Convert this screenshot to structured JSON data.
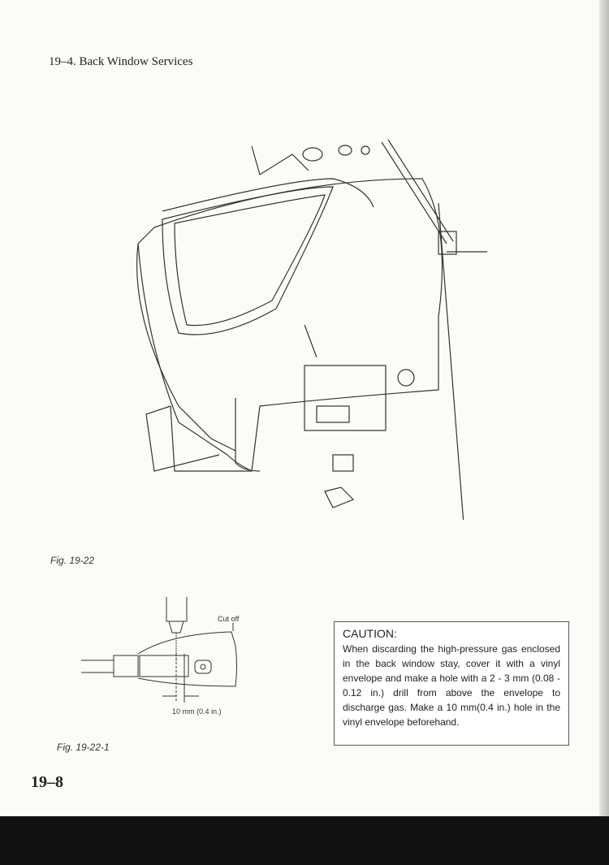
{
  "heading": "19–4. Back Window Services",
  "figures": {
    "fig1_caption": "Fig. 19-22",
    "fig2_caption": "Fig. 19-22-1",
    "fig2_labels": {
      "cut_off": "Cut off",
      "dimension": "10 mm (0.4 in.)"
    }
  },
  "caution": {
    "title": "CAUTION:",
    "body": "When discarding the high-pressure gas enclosed in the back window stay, cover it with a vinyl envelope and make a hole with a 2 - 3 mm (0.08 - 0.12 in.) drill from above the envelope to discharge gas. Make a 10 mm(0.4 in.) hole in the vinyl envelope beforehand."
  },
  "page_number": "19–8"
}
